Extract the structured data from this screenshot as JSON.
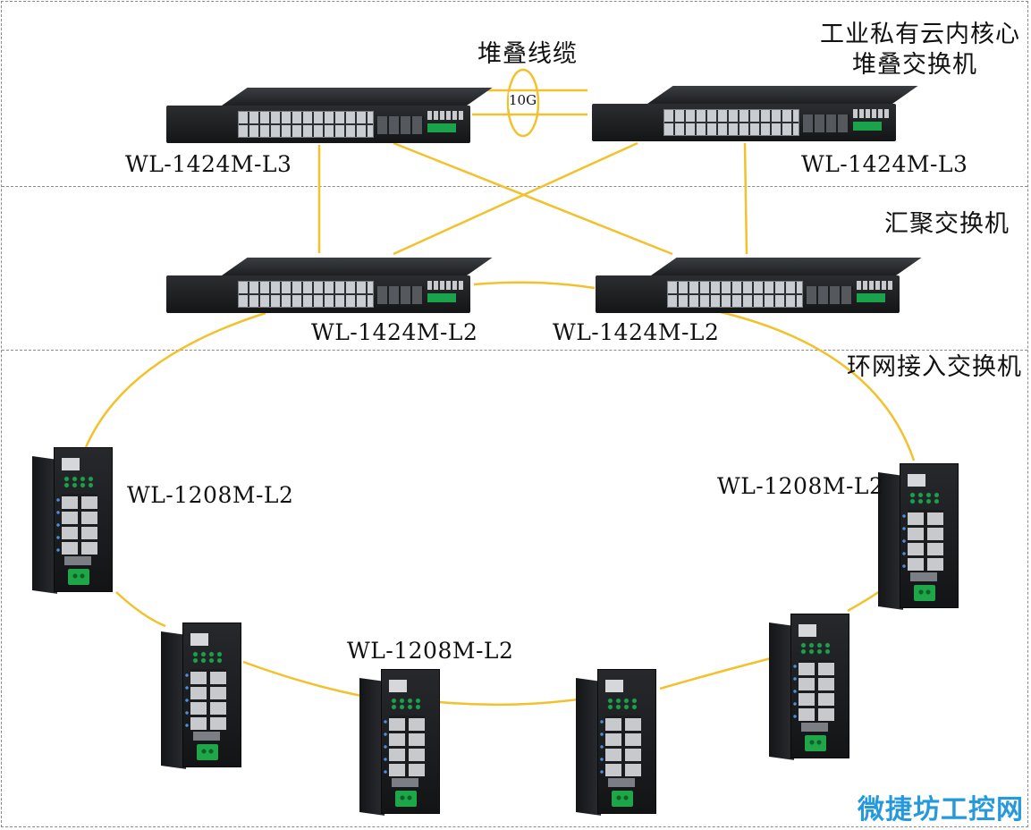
{
  "colors": {
    "link": "#f3c12b",
    "dashed": "#8a8a8a",
    "watermark": "#0f8fd8"
  },
  "labels": {
    "core_layer": "工业私有云内核心",
    "core_layer_2": "堆叠交换机",
    "stack_cable": "堆叠线缆",
    "stack_speed": "10G",
    "aggregation_layer": "汇聚交换机",
    "access_layer": "环网接入交换机"
  },
  "devices": {
    "core_left": "WL-1424M-L3",
    "core_right": "WL-1424M-L3",
    "agg_left": "WL-1424M-L2",
    "agg_right": "WL-1424M-L2",
    "ring_left": "WL-1208M-L2",
    "ring_right": "WL-1208M-L2",
    "ring_bottom": "WL-1208M-L2"
  },
  "watermark": "微捷坊工控网"
}
